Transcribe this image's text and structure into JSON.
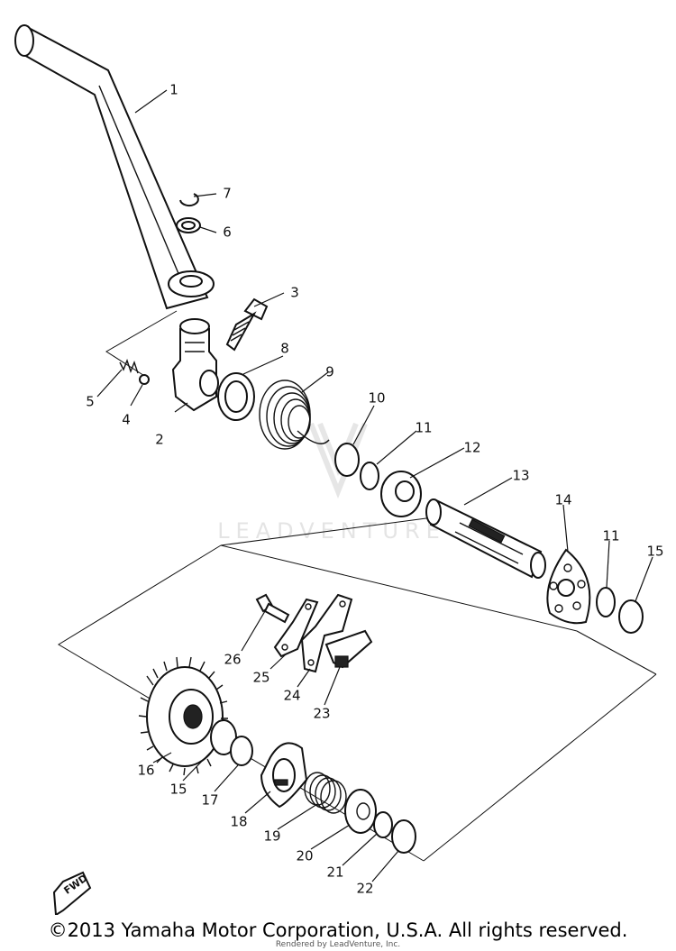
{
  "watermark": {
    "text": "LEADVENTURE"
  },
  "fwd_label": "FWD",
  "copyright": "©2013 Yamaha Motor Corporation, U.S.A. All rights reserved.",
  "rendered_by": "Rendered by LeadVenture, Inc.",
  "callouts": [
    {
      "id": "c1",
      "text": "1"
    },
    {
      "id": "c2",
      "text": "2"
    },
    {
      "id": "c3",
      "text": "3"
    },
    {
      "id": "c4",
      "text": "4"
    },
    {
      "id": "c5",
      "text": "5"
    },
    {
      "id": "c6",
      "text": "6"
    },
    {
      "id": "c7",
      "text": "7"
    },
    {
      "id": "c8",
      "text": "8"
    },
    {
      "id": "c9",
      "text": "9"
    },
    {
      "id": "c10",
      "text": "10"
    },
    {
      "id": "c11a",
      "text": "11"
    },
    {
      "id": "c12",
      "text": "12"
    },
    {
      "id": "c13",
      "text": "13"
    },
    {
      "id": "c14",
      "text": "14"
    },
    {
      "id": "c11b",
      "text": "11"
    },
    {
      "id": "c15a",
      "text": "15"
    },
    {
      "id": "c26",
      "text": "26"
    },
    {
      "id": "c25",
      "text": "25"
    },
    {
      "id": "c24",
      "text": "24"
    },
    {
      "id": "c23",
      "text": "23"
    },
    {
      "id": "c16",
      "text": "16"
    },
    {
      "id": "c15b",
      "text": "15"
    },
    {
      "id": "c17",
      "text": "17"
    },
    {
      "id": "c18",
      "text": "18"
    },
    {
      "id": "c19",
      "text": "19"
    },
    {
      "id": "c20",
      "text": "20"
    },
    {
      "id": "c21",
      "text": "21"
    },
    {
      "id": "c22",
      "text": "22"
    }
  ]
}
